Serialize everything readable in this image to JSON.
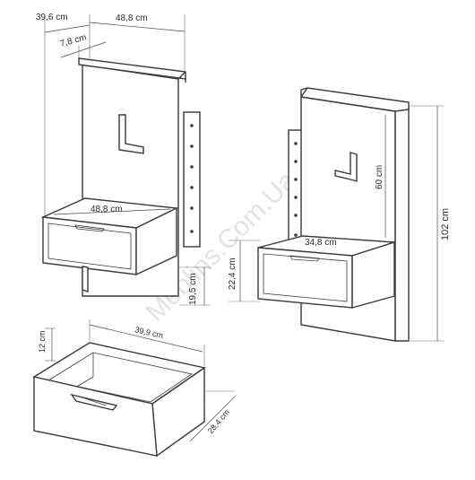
{
  "watermark": "Meblins.Com.Ua",
  "view_left": {
    "depth_total": "39,6 cm",
    "width_top": "48,8 cm",
    "panel_depth": "7,8 cm",
    "shelf_width": "48,8 cm",
    "drawer_height": "19,5 cm"
  },
  "view_right": {
    "panel_height": "60 cm",
    "total_height": "102 cm",
    "shelf_width": "34,8 cm",
    "drawer_height": "22,4 cm"
  },
  "drawer_view": {
    "length": "39,9 cm",
    "side_height": "12 cm",
    "depth": "28,4 cm"
  }
}
